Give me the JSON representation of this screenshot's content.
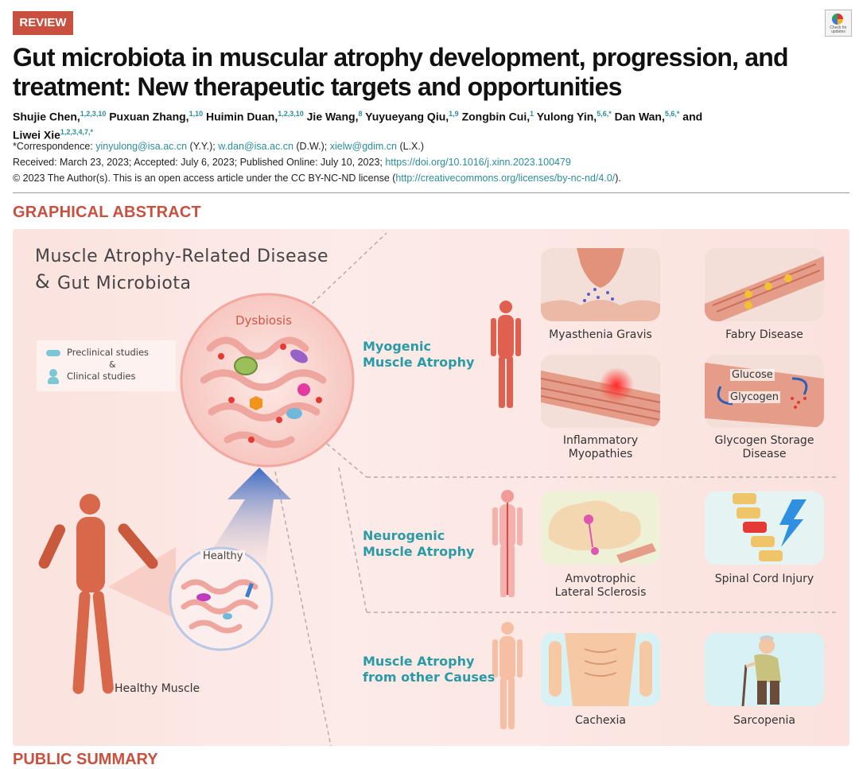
{
  "header": {
    "tag": "REVIEW",
    "check_badge": "Check for updates",
    "title": "Gut microbiota in muscular atrophy development, progression, and treatment: New therapeutic targets and opportunities"
  },
  "authors": [
    {
      "name": "Shujie Chen,",
      "aff": "1,2,3,10"
    },
    {
      "name": "Puxuan Zhang,",
      "aff": "1,10"
    },
    {
      "name": "Huimin Duan,",
      "aff": "1,2,3,10"
    },
    {
      "name": "Jie Wang,",
      "aff": "8"
    },
    {
      "name": "Yuyueyang Qiu,",
      "aff": "1,9"
    },
    {
      "name": "Zongbin Cui,",
      "aff": "1"
    },
    {
      "name": "Yulong Yin,",
      "aff": "5,6,*"
    },
    {
      "name": "Dan Wan,",
      "aff": "5,6,*"
    },
    {
      "name": "and",
      "aff": ""
    },
    {
      "name": "Liwei Xie",
      "aff": "1,2,3,4,7,*"
    }
  ],
  "correspondence": {
    "prefix": "*Correspondence: ",
    "email1": "yinyulong@isa.ac.cn",
    "who1": " (Y.Y.); ",
    "email2": "w.dan@isa.ac.cn",
    "who2": " (D.W.); ",
    "email3": "xielw@gdim.cn",
    "who3": " (L.X.)"
  },
  "dates": {
    "text": "Received: March 23, 2023; Accepted: July 6, 2023; Published Online: July 10, 2023; ",
    "doi": "https://doi.org/10.1016/j.xinn.2023.100479"
  },
  "license": {
    "prefix": "© 2023 The Author(s). This is an open access article under the CC BY-NC-ND license (",
    "url": "http://creativecommons.org/licenses/by-nc-nd/4.0/",
    "suffix": ")."
  },
  "section_heading": "GRAPHICAL ABSTRACT",
  "bottom_heading_partial": "PUBLIC SUMMARY",
  "abstract": {
    "title_line1": "Muscle Atrophy-Related Disease",
    "title_amp": "&",
    "title_line2": "Gut Microbiota",
    "legend_preclinical": "Preclinical studies",
    "legend_amp": "&",
    "legend_clinical": "Clinical studies",
    "dysbiosis": "Dysbiosis",
    "healthy": "Healthy",
    "healthy_muscle": "Healthy Muscle",
    "cat_myogenic": [
      "Myogenic",
      "Muscle Atrophy"
    ],
    "cat_neurogenic": [
      "Neurogenic",
      "Muscle Atrophy"
    ],
    "cat_other": [
      "Muscle Atrophy",
      "from other Causes"
    ],
    "diseases": {
      "myasthenia": "Myasthenia Gravis",
      "fabry": "Fabry Disease",
      "inflammatory": [
        "Inflammatory",
        "Myopathies"
      ],
      "glycogen_storage": [
        "Glycogen Storage",
        "Disease"
      ],
      "glucose": "Glucose",
      "glycogen": "Glycogen",
      "als": [
        "Amvotrophic",
        "Lateral Sclerosis"
      ],
      "spinal": "Spinal Cord Injury",
      "cachexia": "Cachexia",
      "sarcopenia": "Sarcopenia"
    }
  },
  "colors": {
    "accent": "#c9503f",
    "link": "#2b8e9a",
    "category": "#2a9aa6",
    "panel": "#fbe3df"
  }
}
